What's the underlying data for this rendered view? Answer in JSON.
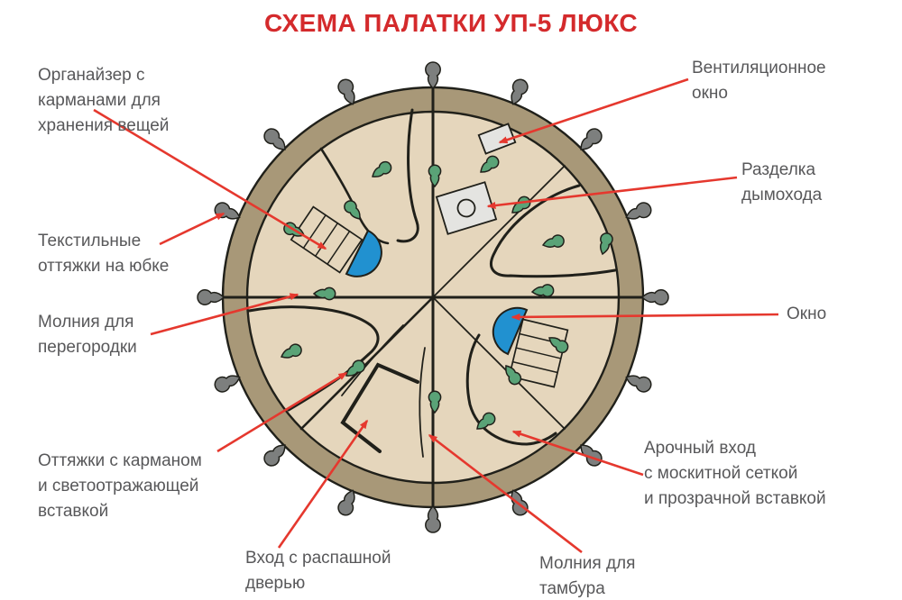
{
  "title": "СХЕМА ПАЛАТКИ УП-5 ЛЮКС",
  "colors": {
    "title_red": "#d42a2c",
    "arrow_red": "#e5382e",
    "label_text": "#58585a",
    "outline": "#20201a",
    "ring_tan": "#a89878",
    "floor_beige": "#e5d6bc",
    "window_blue": "#2191d0",
    "leaf_green": "#5aa377",
    "stake_gray": "#7d7f7e",
    "panel_gray": "#e4e4e1",
    "background": "#ffffff"
  },
  "labels": [
    {
      "id": "organizer",
      "lines": [
        "Органайзер с",
        "карманами для",
        "хранения вещей"
      ]
    },
    {
      "id": "vent-window",
      "lines": [
        "Вентиляционное",
        "окно"
      ]
    },
    {
      "id": "chimney-port",
      "lines": [
        "Разделка",
        "дымохода"
      ]
    },
    {
      "id": "skirt-guys",
      "lines": [
        "Текстильные",
        "оттяжки на юбке"
      ]
    },
    {
      "id": "partition-zipper",
      "lines": [
        "Молния для",
        "перегородки"
      ]
    },
    {
      "id": "window",
      "lines": [
        "Окно"
      ]
    },
    {
      "id": "pocket-guys",
      "lines": [
        "Оттяжки с карманом",
        "и светоотражающей",
        "вставкой"
      ]
    },
    {
      "id": "arch-entrance",
      "lines": [
        "Арочный вход",
        "с москитной сеткой",
        "и прозрачной вставкой"
      ]
    },
    {
      "id": "hinged-door",
      "lines": [
        "Вход с распашной",
        "дверью"
      ]
    },
    {
      "id": "tambour-zipper",
      "lines": [
        "Молния для",
        "тамбура"
      ]
    }
  ],
  "diagram_features": [
    "outer-skirt-ring",
    "tent-floor",
    "radial-seams",
    "room-divider-curves",
    "vent-window-panel",
    "stove-jack-panel",
    "organizer-left",
    "organizer-right",
    "window-left",
    "window-right",
    "hinged-door-outline",
    "tambour-zipper-curve",
    "tie-loops-green",
    "ground-stakes-gray",
    "leader-arrows-red"
  ]
}
